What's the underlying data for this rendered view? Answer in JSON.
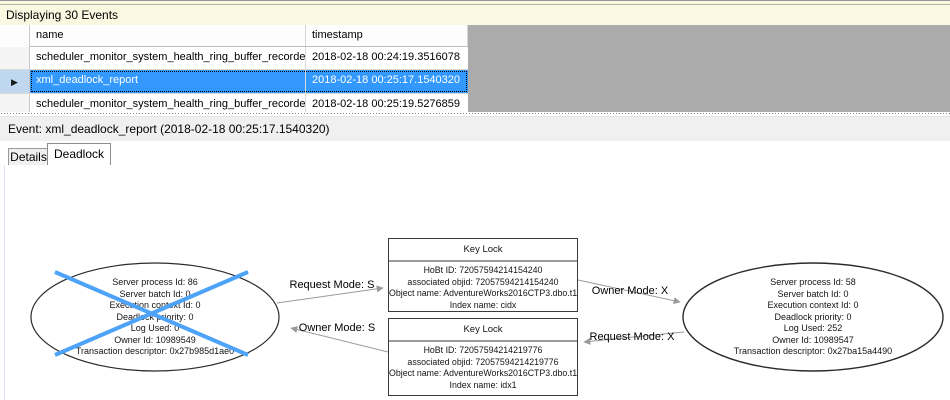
{
  "info_bar": {
    "text": "Displaying 30 Events"
  },
  "grid": {
    "columns": [
      "name",
      "timestamp"
    ],
    "current_row_marker": "▶",
    "rows": [
      {
        "name": "scheduler_monitor_system_health_ring_buffer_recorded",
        "timestamp": "2018-02-18 00:24:19.3516078",
        "selected": false
      },
      {
        "name": "xml_deadlock_report",
        "timestamp": "2018-02-18 00:25:17.1540320",
        "selected": true
      },
      {
        "name": "scheduler_monitor_system_health_ring_buffer_recorded",
        "timestamp": "2018-02-18 00:25:19.5276859",
        "selected": false
      }
    ]
  },
  "event_bar": {
    "text": "Event: xml_deadlock_report (2018-02-18 00:25:17.1540320)"
  },
  "tabs": [
    {
      "label": "Details",
      "active": false
    },
    {
      "label": "Deadlock",
      "active": true
    }
  ],
  "deadlock_graph": {
    "processes": [
      {
        "role": "victim",
        "lines": [
          "Server process Id: 86",
          "Server batch Id: 0",
          "Execution context Id: 0",
          "Deadlock priority: 0",
          "Log Used: 0",
          "Owner Id: 10989549",
          "Transaction descriptor: 0x27b985d1ae0"
        ]
      },
      {
        "role": "survivor",
        "lines": [
          "Server process Id: 58",
          "Server batch Id: 0",
          "Execution context Id: 0",
          "Deadlock priority: 0",
          "Log Used: 252",
          "Owner Id: 10989547",
          "Transaction descriptor: 0x27ba15a4490"
        ]
      }
    ],
    "locks": [
      {
        "title": "Key Lock",
        "lines": [
          "HoBt ID: 72057594214154240",
          "associated objid: 72057594214154240",
          "Object name: AdventureWorks2016CTP3.dbo.t1",
          "Index name: cidx"
        ]
      },
      {
        "title": "Key Lock",
        "lines": [
          "HoBt ID: 72057594214219776",
          "associated objid: 72057594214219776",
          "Object name: AdventureWorks2016CTP3.dbo.t1",
          "Index name: idx1"
        ]
      }
    ],
    "edges": [
      {
        "label": "Request Mode: S"
      },
      {
        "label": "Owner Mode: S"
      },
      {
        "label": "Owner Mode: X"
      },
      {
        "label": "Request Mode: X"
      }
    ]
  },
  "colors": {
    "selection_blue": "#3399FF",
    "victim_x_blue": "#4DA3F7",
    "edge_gray": "#9B9B9B",
    "info_yellow": "#FAF8E1",
    "grid_empty_gray": "#ABABAB"
  }
}
